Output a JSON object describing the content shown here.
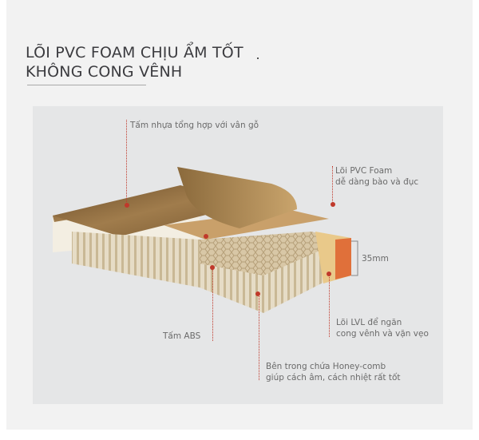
{
  "title": {
    "line1": "LÕI PVC FOAM CHỊU ẨM TỐT",
    "line2": "KHÔNG CONG VÊNH"
  },
  "labels": {
    "top_sheet": "Tấm nhựa tổng hợp với vân gỗ",
    "pvc_foam_1": "Lõi PVC  Foam",
    "pvc_foam_2": "dễ dàng bào và đục",
    "thickness": "35mm",
    "lvl_1": "Lõi LVL để ngăn",
    "lvl_2": "cong vênh và vặn vẹo",
    "abs": "Tấm ABS",
    "honeycomb_1": "Bên trong chứa Honey-comb",
    "honeycomb_2": "giúp cách âm, cách nhiệt rất tốt"
  },
  "colors": {
    "accent": "#c0392b",
    "wood": "#8a6a3f",
    "core": "#d9c8a8",
    "lvl": "#e07a3a"
  }
}
